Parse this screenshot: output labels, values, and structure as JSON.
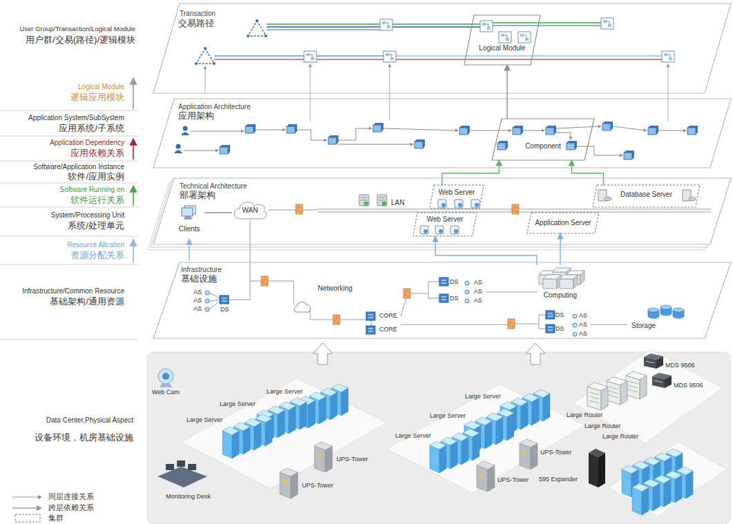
{
  "diagram": {
    "nodes": [
      {
        "text": [
          "Transaction",
          "交易路径"
        ]
      },
      {
        "text": [
          "Logical Module"
        ],
        "in": 0
      },
      {
        "text": [
          "Application Architecture",
          "应用架构"
        ]
      },
      {
        "text": [
          "Component"
        ],
        "in": 2
      },
      {
        "text": [
          "Technical Architecture",
          "部署架构"
        ]
      },
      {
        "text": [
          "Clients"
        ],
        "in": 4
      },
      {
        "text": [
          "WAN"
        ],
        "in": 4
      },
      {
        "text": [
          "Web Server"
        ],
        "in": 4
      },
      {
        "text": [
          "Web Server"
        ],
        "in": 4
      },
      {
        "text": [
          "Application Server"
        ],
        "in": 4
      },
      {
        "text": [
          "Database Server"
        ],
        "in": 4
      },
      {
        "text": [
          "Infrastructure",
          "基础设施"
        ]
      },
      {
        "text": [
          "Computing"
        ],
        "in": 11
      },
      {
        "text": [
          "Storage"
        ],
        "in": 11
      }
    ],
    "edges": [
      {
        "from": 3,
        "to": 1,
        "arrow": "to"
      },
      {
        "from": 7,
        "to": 3,
        "arrow": "to"
      },
      {
        "from": 10,
        "to": 3,
        "arrow": "to"
      },
      {
        "from": 12,
        "to": 9,
        "arrow": "to"
      },
      {
        "from": 12,
        "to": 8,
        "arrow": "to"
      },
      {
        "from": 5,
        "to": 6,
        "arrow": "none"
      }
    ],
    "labels": [
      "User Group/Transaction/Logical Module",
      "用户群/交易(路径)/逻辑模块",
      "Logical Module",
      "逻辑应用模块",
      "Application System/SubSystem",
      "应用系统/子系统",
      "Application Dependency",
      "应用依赖关系",
      "Software/Application Instance",
      "软件/应用实例",
      "Software Running on",
      "软件运行关系",
      "System/Processing Unit",
      "系统/处理单元",
      "Resource Allcation",
      "资源分配关系",
      "Infrastructure/Common Resource",
      "基础架构/通用资源",
      "Data Center,Physical Aspect",
      "设备环境，机房基础设施",
      "LAN",
      "AS",
      "AS",
      "AS",
      "DS",
      "Networking",
      "CORE",
      "CORE",
      "DS",
      "DS",
      "AS",
      "AS",
      "AS",
      "DS",
      "DS",
      "AS",
      "AS",
      "AS",
      "Web Cam",
      "Large Server",
      "Large Server",
      "Large Server",
      "UPS-Tower",
      "UPS-Tower",
      "Monitoring Desk",
      "Large Server",
      "Large Server",
      "Large Server",
      "UPS-Tower",
      "UPS-Tower",
      "MDS 9506",
      "MDS 9506",
      "Large Router",
      "Large Router",
      "Large Router",
      "595 Expander"
    ],
    "legend": [
      {
        "text": "同层连接关系"
      },
      {
        "text": "跨层依赖关系"
      },
      {
        "text": "集群"
      }
    ]
  }
}
